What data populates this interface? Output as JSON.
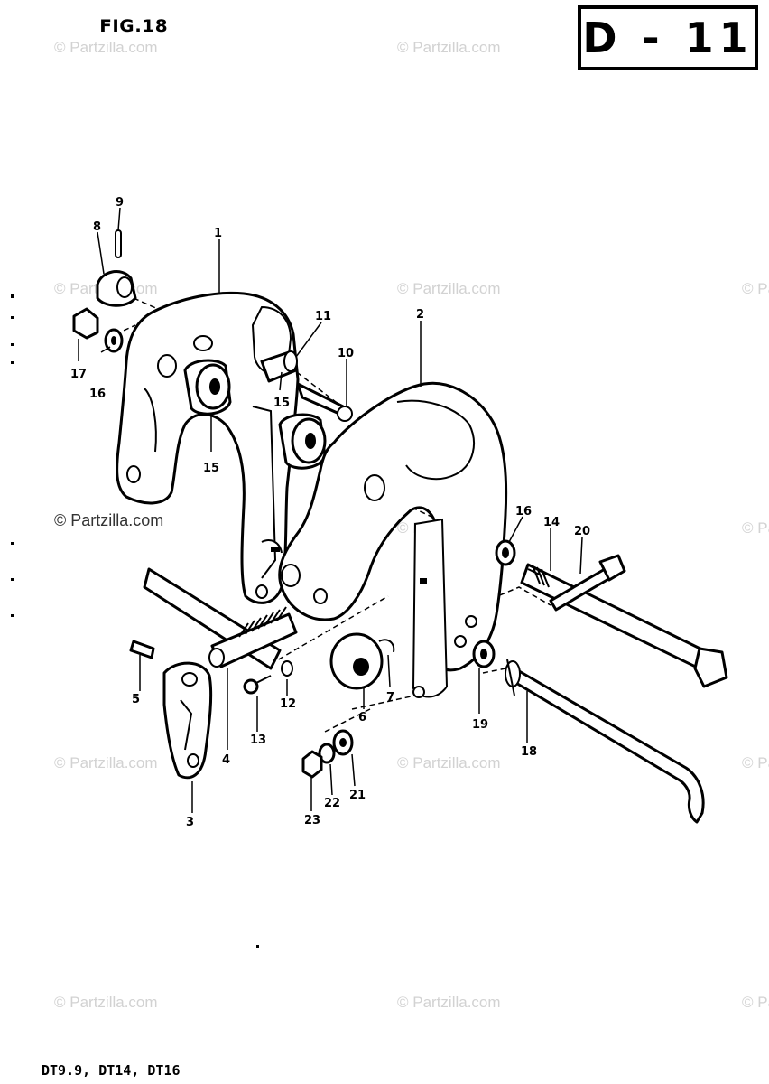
{
  "figure": {
    "title": "FIG.18",
    "code": "D - 11",
    "models": "DT9.9, DT14, DT16"
  },
  "watermark": {
    "text": "© Partzilla.com",
    "dark_text": "© Partzilla.com"
  },
  "callouts": {
    "c1": "1",
    "c2": "2",
    "c3": "3",
    "c4": "4",
    "c5": "5",
    "c6": "6",
    "c7": "7",
    "c8": "8",
    "c9": "9",
    "c10": "10",
    "c11": "11",
    "c12": "12",
    "c13": "13",
    "c14": "14",
    "c15a": "15",
    "c15b": "15",
    "c16a": "16",
    "c16b": "16",
    "c17": "17",
    "c18": "18",
    "c19": "19",
    "c20": "20",
    "c21": "21",
    "c22": "22",
    "c23": "23"
  }
}
